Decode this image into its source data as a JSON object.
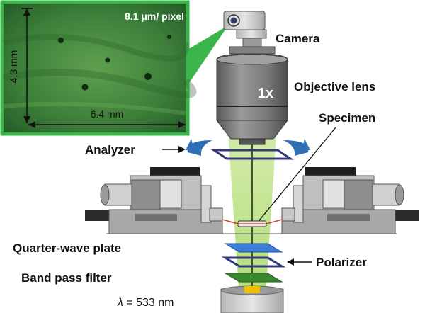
{
  "inset": {
    "scale": "8.1 μm/ pixel",
    "height": "4.3 mm",
    "width": "6.4 mm"
  },
  "labels": {
    "camera": "Camera",
    "objective_lens": "Objective lens",
    "magnification": "1x",
    "specimen": "Specimen",
    "analyzer": "Analyzer",
    "quarter_wave_plate": "Quarter-wave plate",
    "polarizer": "Polarizer",
    "band_pass_filter": "Band pass filter",
    "lambda_symbol": "λ",
    "wavelength": " = 533 nm"
  },
  "colors": {
    "inset_border": "#3ab54a",
    "inset_image": "#3a7a3a",
    "light_beam": "#b9e27a",
    "rotation_arrow": "#2f6fb6",
    "quarter_wave_plate": "#3d7fd6",
    "filter_fill": "#f2c000",
    "optic_metal": "#7a7a7a"
  },
  "icons": {
    "rotation": "curved-rotation-arrow-icon",
    "pointer": "left-arrow-icon"
  }
}
